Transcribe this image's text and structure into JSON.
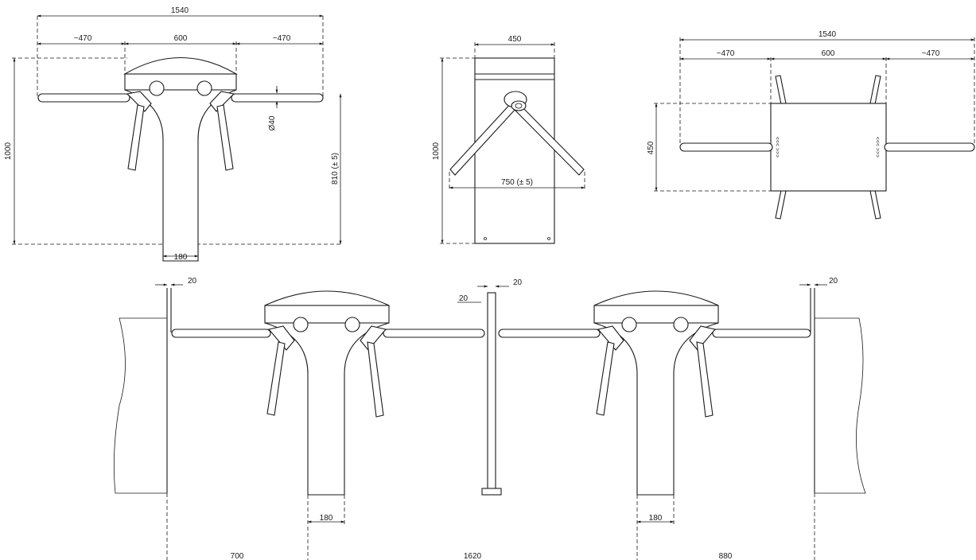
{
  "front_view": {
    "total_width": "1540",
    "left_arm": "~470",
    "body_width": "600",
    "right_arm": "~470",
    "tube_diameter": "Ø40",
    "total_height": "1000",
    "arm_height": "810 (± 5)",
    "base_width": "180"
  },
  "side_view": {
    "width": "450",
    "height": "1000",
    "arm_span": "750 (± 5)"
  },
  "top_view": {
    "total_width": "1540",
    "left_arm": "~470",
    "body_width": "600",
    "right_arm": "~470",
    "depth": "450",
    "arrows_left": "<<< >>>",
    "arrows_right": "<<< >>>"
  },
  "installation": {
    "gap_left_wall": "20",
    "gap_post_top": "20",
    "gap_post_side": "20",
    "gap_right_wall": "20",
    "base_left": "180",
    "base_right": "180",
    "span_left": "700",
    "span_middle": "1620",
    "span_right": "880"
  }
}
